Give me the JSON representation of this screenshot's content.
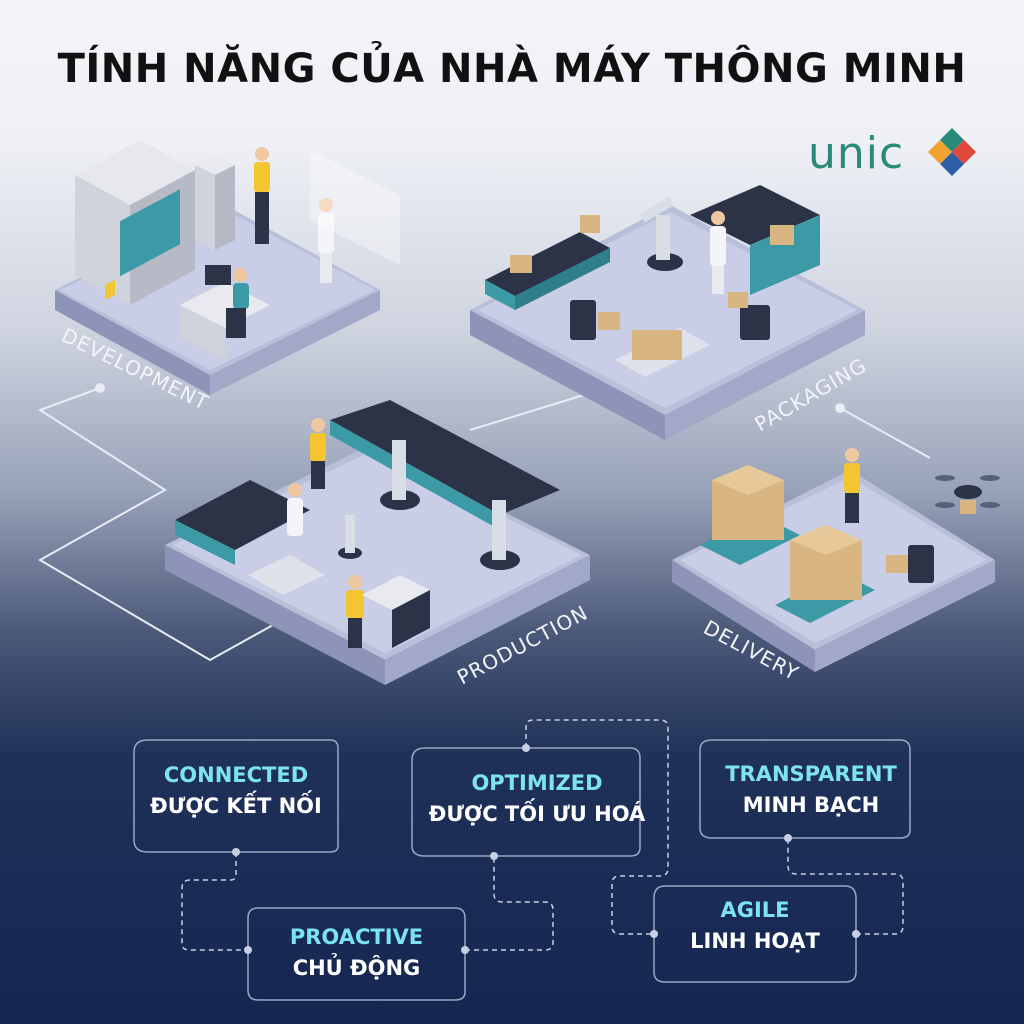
{
  "title": "TÍNH NĂNG CỦA NHÀ MÁY THÔNG MINH",
  "logo": {
    "text": "unic"
  },
  "zones": {
    "development": "DEVELOPMENT",
    "packaging": "PACKAGING",
    "production": "PRODUCTION",
    "delivery": "DELIVERY"
  },
  "features": {
    "connected": {
      "en": "CONNECTED",
      "vn": "ĐƯỢC KẾT NỐI"
    },
    "optimized": {
      "en": "OPTIMIZED",
      "vn": "ĐƯỢC TỐI ƯU HOÁ"
    },
    "transparent": {
      "en": "TRANSPARENT",
      "vn": "MINH BẠCH"
    },
    "proactive": {
      "en": "PROACTIVE",
      "vn": "CHỦ ĐỘNG"
    },
    "agile": {
      "en": "AGILE",
      "vn": "LINH HOẠT"
    }
  },
  "colors": {
    "accent_cyan": "#7ee3f0",
    "teal": "#3b9aa6",
    "logo_green": "#2a8a7a",
    "logo_blue": "#2d5fa8",
    "logo_red": "#e0483a",
    "logo_orange": "#f2a230",
    "worker_yellow": "#f3c531",
    "box_tan": "#d9b582"
  }
}
